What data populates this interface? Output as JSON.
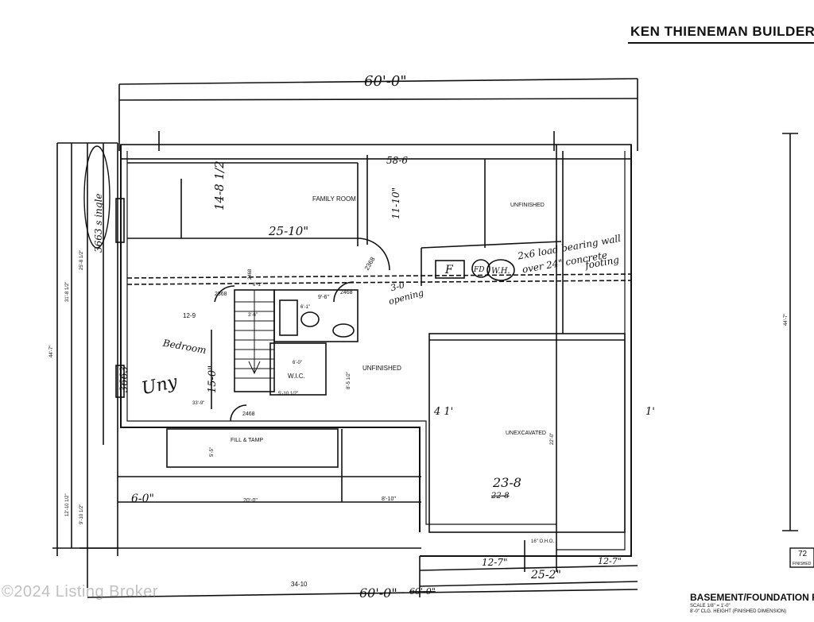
{
  "header": {
    "builder": "KEN THIENEMAN BUILDER, I",
    "plan_title": "BASEMENT/FOUNDATION PL",
    "scale_note": "SCALE 1/8\" = 1'-0\"",
    "ceiling_note": "8'-0\" CLG. HEIGHT (FINISHED DIMENSION)",
    "watermark": "©2024 Listing Broker"
  },
  "rooms": {
    "family_room": "FAMILY ROOM",
    "unfinished_top": "UNFINISHED",
    "unfinished_mid": "UNFINISHED",
    "unexcavated": "UNEXCAVATED",
    "fill_tamp": "FILL & TAMP",
    "wic": "W.I.C."
  },
  "dimensions": {
    "overall_top": "60'-0\"",
    "overall_bottom": "60'-0\"",
    "left_bottom": "34-10",
    "family_width": "25-10\"",
    "family_depth": "14-8 1/2",
    "bedroom_depth": "15-0\"",
    "bedroom_width": "12-9",
    "top_right_dim": "58-6",
    "unexcavated_width": "23-8",
    "unexcavated_sub": "22-8",
    "bottom_right_1": "12-7\"",
    "bottom_right_2": "25-2\"",
    "bottom_right_3": "12-7\"",
    "fill_width": "20'-0\"",
    "bottom_mid": "8'-10\"",
    "left_offset": "6-0\"",
    "right_total": "44'-7\"",
    "left_total": "44'-7\"",
    "left_sub_1": "31'-8 1/2\"",
    "left_sub_2": "25'-8 1/2\"",
    "left_sub_3": "12'-10 1/2\"",
    "left_sub_4": "9'-10 1/2\"",
    "window_left": "3663",
    "door_1": "2368",
    "door_2": "2468",
    "door_3": "2368",
    "door_4": "2468",
    "door_bottom": "2468",
    "wic_dim_1": "6'-0\"",
    "wic_dim_2": "5'-10 1/2\"",
    "hall_dim": "9'-6\"",
    "stair_dim": "3'-6\"",
    "mid_dim": "33'-9\"",
    "small_1": "6'-1\"",
    "small_2": "5'-5\"",
    "small_3": "8'-5 1/2\"",
    "small_4": "22'-0\"",
    "chase": "16\" O.H.O.",
    "stair_cl": "6'-1\""
  },
  "annotations": {
    "bearing_wall_1": "2x6 load bearing wall",
    "bearing_wall_2": "over 24\" concrete",
    "bearing_wall_3": "footing",
    "opening_1": "3-0",
    "opening_2": "opening",
    "bedroom_1": "Bedroom",
    "bedroom_2": "Uny",
    "egress_window": "3663 s ingle",
    "offset_right": "4 1'",
    "offset_far_right": "1'",
    "family_vert": "11-10\"",
    "fp": "F",
    "fd": "FD",
    "wh": "W.H."
  },
  "corner_box": {
    "num": "72",
    "sub": "FINISHED"
  }
}
